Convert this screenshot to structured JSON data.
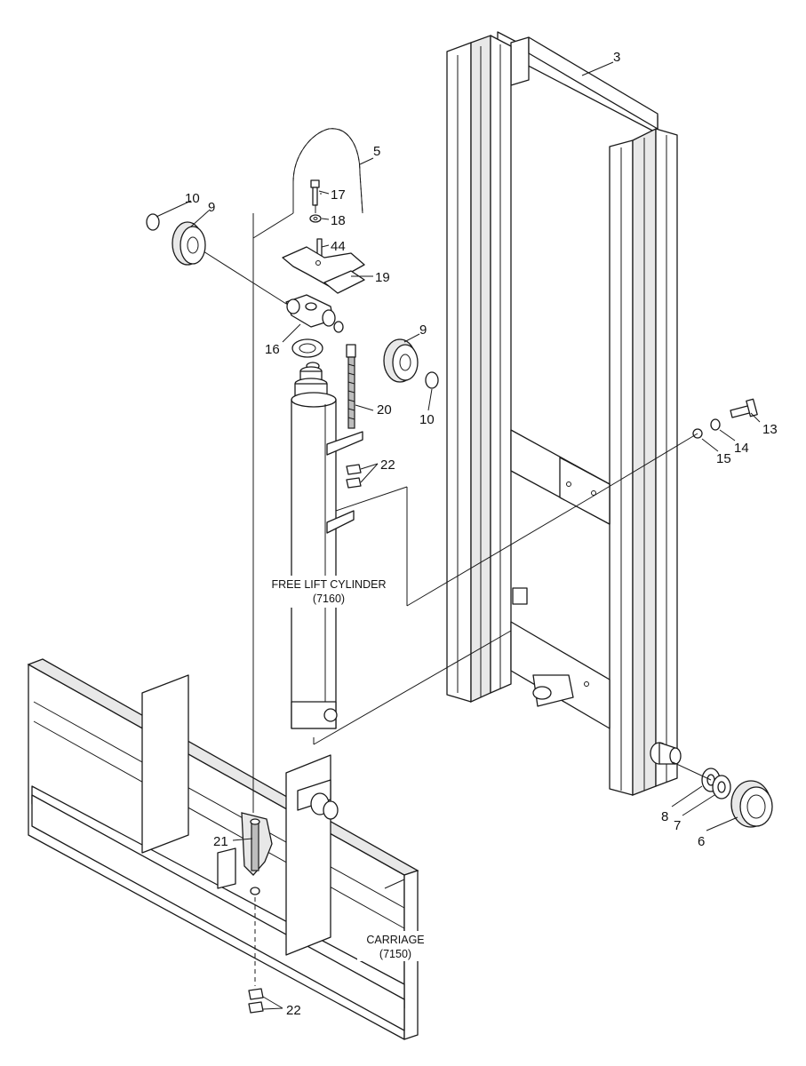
{
  "callouts": [
    {
      "id": "c3",
      "text": "3"
    },
    {
      "id": "c5",
      "text": "5"
    },
    {
      "id": "c10a",
      "text": "10"
    },
    {
      "id": "c9a",
      "text": "9"
    },
    {
      "id": "c17",
      "text": "17"
    },
    {
      "id": "c18",
      "text": "18"
    },
    {
      "id": "c44",
      "text": "44"
    },
    {
      "id": "c19",
      "text": "19"
    },
    {
      "id": "c16",
      "text": "16"
    },
    {
      "id": "c9b",
      "text": "9"
    },
    {
      "id": "c10b",
      "text": "10"
    },
    {
      "id": "c20",
      "text": "20"
    },
    {
      "id": "c22a",
      "text": "22"
    },
    {
      "id": "c13",
      "text": "13"
    },
    {
      "id": "c14",
      "text": "14"
    },
    {
      "id": "c15",
      "text": "15"
    },
    {
      "id": "c8",
      "text": "8"
    },
    {
      "id": "c7",
      "text": "7"
    },
    {
      "id": "c6",
      "text": "6"
    },
    {
      "id": "c21",
      "text": "21"
    },
    {
      "id": "c22b",
      "text": "22"
    }
  ],
  "assemblies": {
    "free_lift_cylinder": {
      "name": "FREE LIFT CYLINDER",
      "code": "(7160)"
    },
    "carriage": {
      "name": "CARRIAGE",
      "code": "(7150)"
    }
  }
}
